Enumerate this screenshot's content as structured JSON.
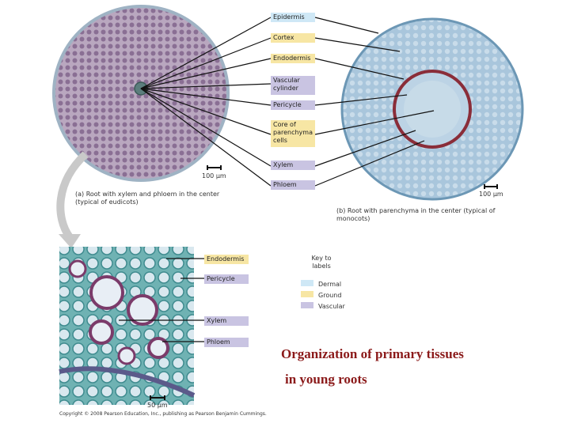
{
  "labels": {
    "epidermis": "Epidermis",
    "cortex": "Cortex",
    "endodermis": "Endodermis",
    "vascular_cylinder": "Vascular cylinder",
    "pericycle": "Pericycle",
    "core_parenchyma": "Core of parenchyma cells",
    "xylem": "Xylem",
    "phloem": "Phloem"
  },
  "micro_labels": {
    "endodermis": "Endodermis",
    "pericycle": "Pericycle",
    "xylem": "Xylem",
    "phloem": "Phloem"
  },
  "captions": {
    "a": "(a) Root with xylem and phloem in the center (typical of eudicots)",
    "b": "(b) Root with parenchyma in the center (typical of monocots)"
  },
  "scales": {
    "a": "100 µm",
    "b": "100 µm",
    "micro": "50 µm"
  },
  "key": {
    "title": "Key to labels",
    "items": [
      {
        "label": "Dermal",
        "color": "#cfe8f6"
      },
      {
        "label": "Ground",
        "color": "#f7e6a4"
      },
      {
        "label": "Vascular",
        "color": "#c9c4e2"
      }
    ]
  },
  "title": {
    "line1": "Organization of primary tissues",
    "line2": "in young roots"
  },
  "copyright": "Copyright © 2008 Pearson Education, Inc., publishing as Pearson Benjamin Cummings."
}
